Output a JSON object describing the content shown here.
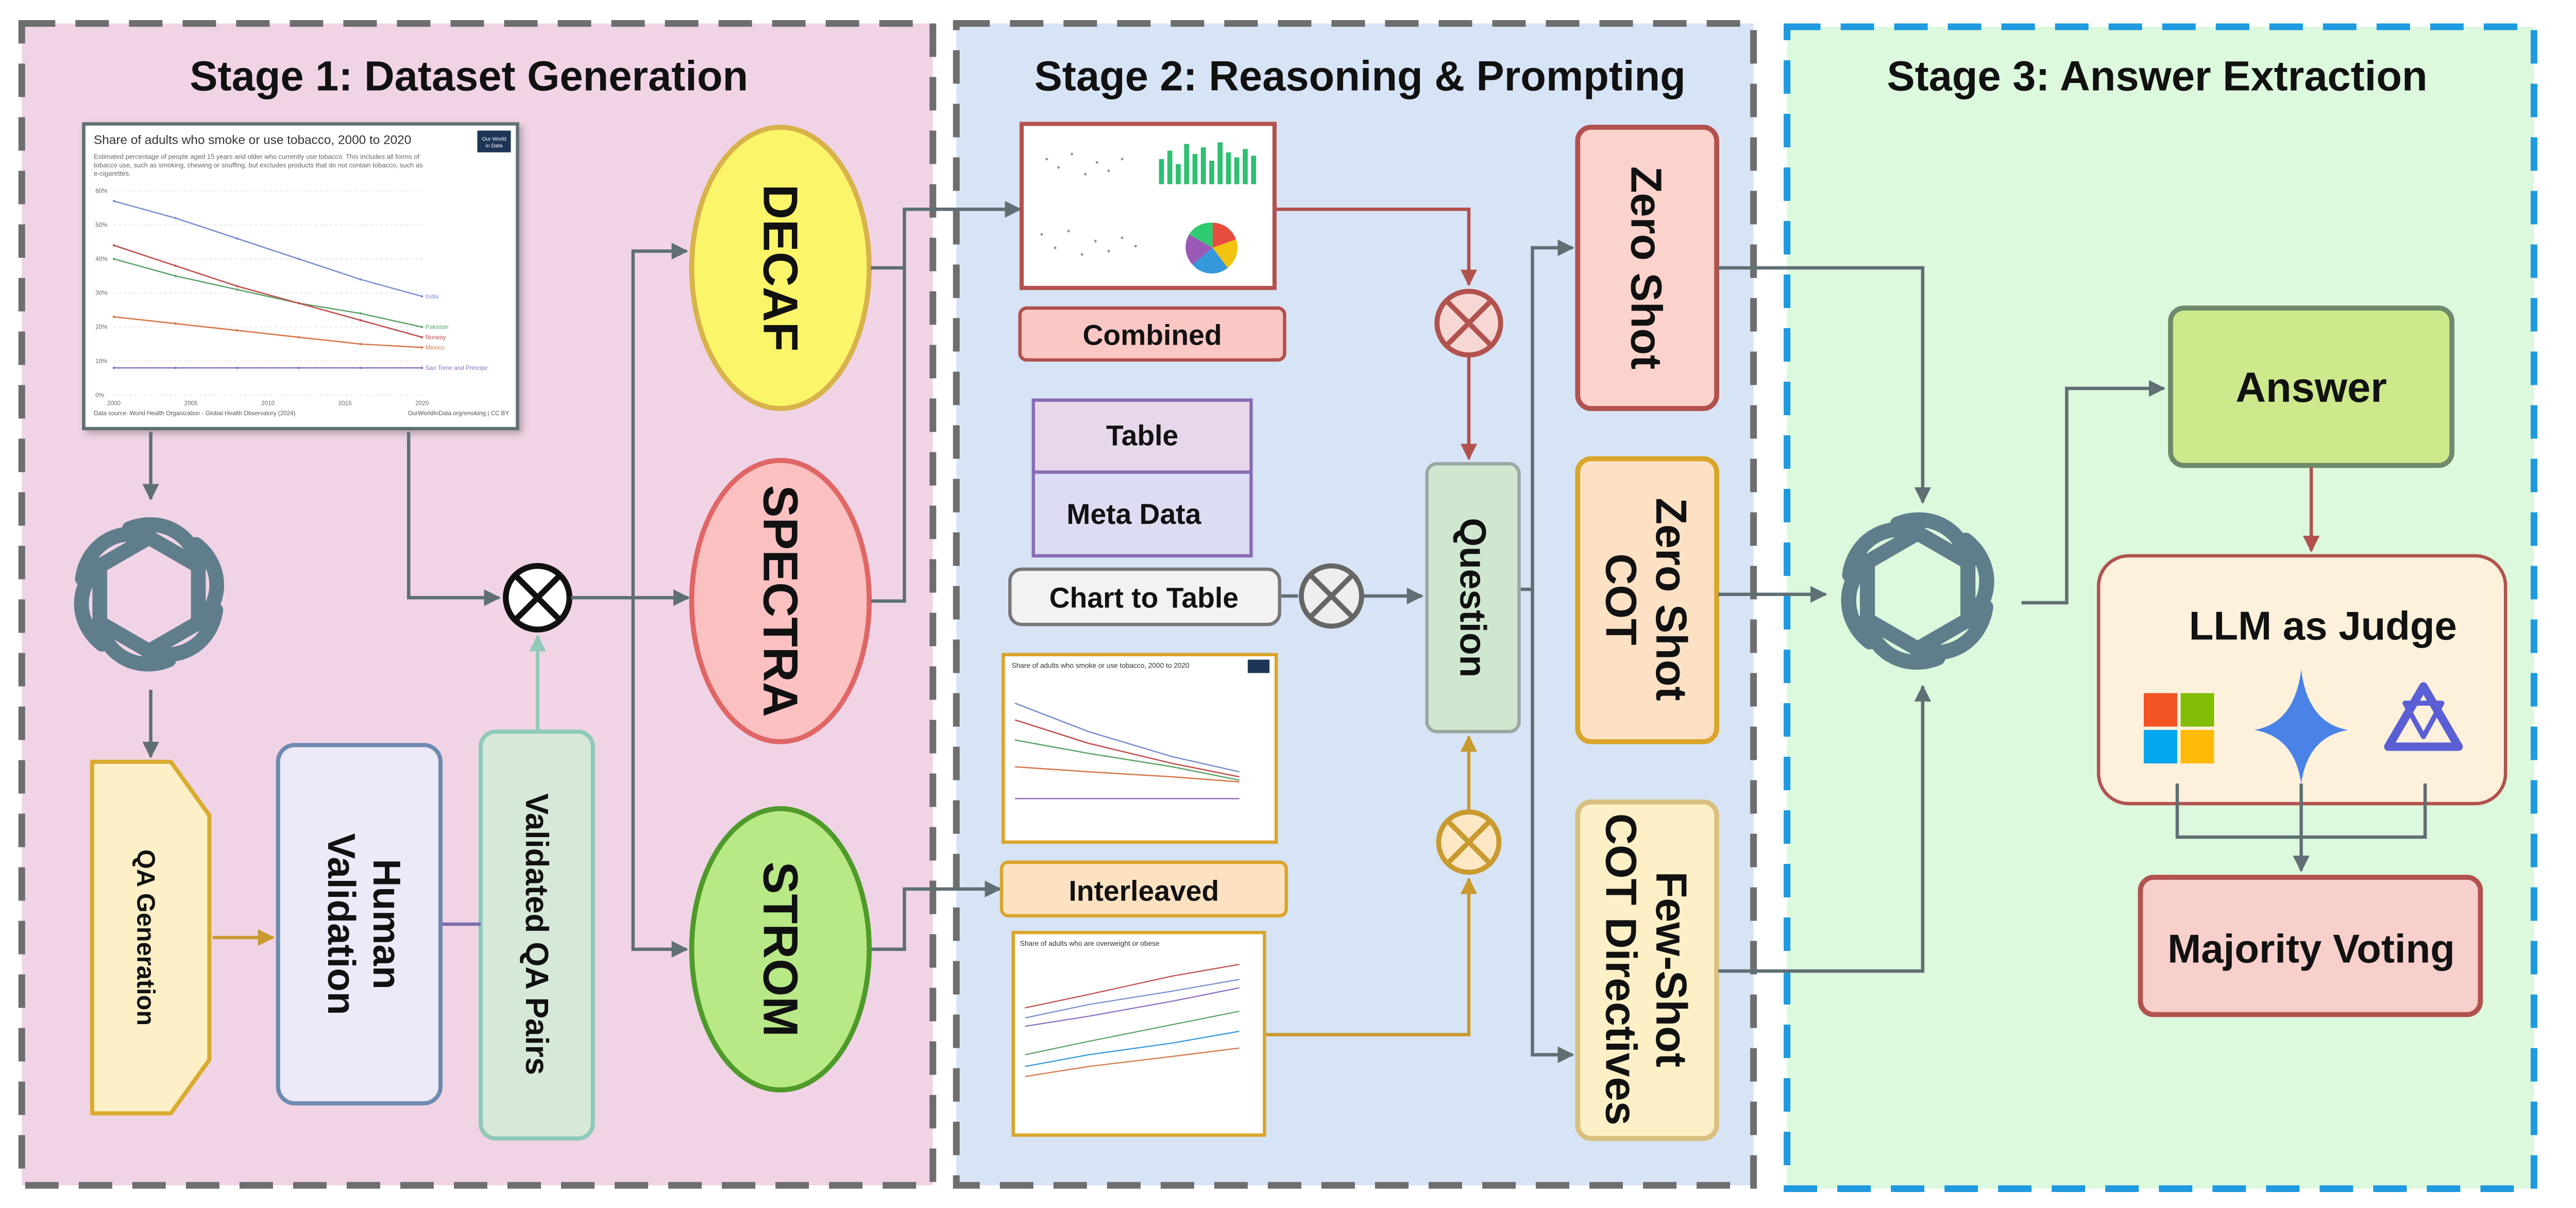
{
  "stages": {
    "stage1": {
      "title": "Stage 1: Dataset Generation",
      "fill": "#f0d4e6"
    },
    "stage2": {
      "title": "Stage 2: Reasoning & Prompting",
      "fill": "#d7e4f6"
    },
    "stage3": {
      "title": "Stage 3: Answer Extraction",
      "fill": "#dcf8dd"
    }
  },
  "thumb_chart": {
    "title": "Share of adults who smoke or use tobacco, 2000 to 2020",
    "subtitle_lines": [
      "Estimated percentage of people aged 15 years and older who currently use tobacco. This includes all forms of",
      "tobacco use, such as smoking, chewing or snuffing, but excludes products that do not contain tobacco, such as",
      "e-cigarettes."
    ],
    "logo_lines": [
      "Our World",
      "in Data"
    ],
    "y_ticks": [
      "60%",
      "50%",
      "40%",
      "30%",
      "20%",
      "10%",
      "0%"
    ],
    "x_ticks": [
      "2000",
      "2005",
      "2010",
      "2015",
      "2020"
    ],
    "series": [
      {
        "name": "India",
        "color": "#7a8fd0",
        "values": [
          57,
          52,
          46,
          40,
          34,
          29
        ]
      },
      {
        "name": "Pakistan",
        "color": "#5da56a",
        "values": [
          40,
          35,
          31,
          27,
          24,
          20
        ]
      },
      {
        "name": "Norway",
        "color": "#c0504d",
        "values": [
          44,
          38,
          32,
          27,
          22,
          17
        ]
      },
      {
        "name": "Mexico",
        "color": "#d4774a",
        "values": [
          23,
          21,
          19,
          17,
          15,
          14
        ]
      },
      {
        "name": "Sao Tome and Principe",
        "color": "#8e6cc2",
        "values": [
          8,
          8,
          8,
          8,
          8,
          8
        ]
      }
    ],
    "source": "Data source: World Health Organization - Global Health Observatory (2024)",
    "footer_right": "OurWorldInData.org/smoking | CC BY"
  },
  "stage1_nodes": {
    "qa_generation": "QA Generation",
    "human_validation_lines": [
      "Human",
      "Validation"
    ],
    "validated_qa_pairs": "Validated QA Pairs"
  },
  "datasets": [
    "DECAF",
    "SPECTRA",
    "STROM"
  ],
  "stage2_nodes": {
    "combined": "Combined",
    "table": "Table",
    "meta_data": "Meta Data",
    "chart_to_table": "Chart to Table",
    "interleaved": "Interleaved",
    "question": "Question"
  },
  "mini_thumb1": {
    "title": "Share of adults who smoke or use tobacco, 2000 to 2020"
  },
  "mini_thumb2": {
    "title": "Share of adults who are overweight or obese"
  },
  "prompting": {
    "zero_shot_lines": [
      "Zero Shot"
    ],
    "zero_shot_cot_lines": [
      "Zero Shot",
      "COT"
    ],
    "few_shot_lines": [
      "Few-Shot",
      "COT Directives"
    ]
  },
  "stage3_nodes": {
    "answer": "Answer",
    "llm_judge": "LLM as Judge",
    "majority_voting": "Majority Voting"
  },
  "icons": [
    "openai-logo-icon",
    "microsoft-logo-icon",
    "gemini-logo-icon",
    "qwen-logo-icon",
    "combine-icon"
  ],
  "colors": {
    "arrow_gray": "#5f6f73",
    "arrow_red": "#b2524e",
    "arrow_gold": "#c99a2e",
    "openai": "#607d8b"
  }
}
